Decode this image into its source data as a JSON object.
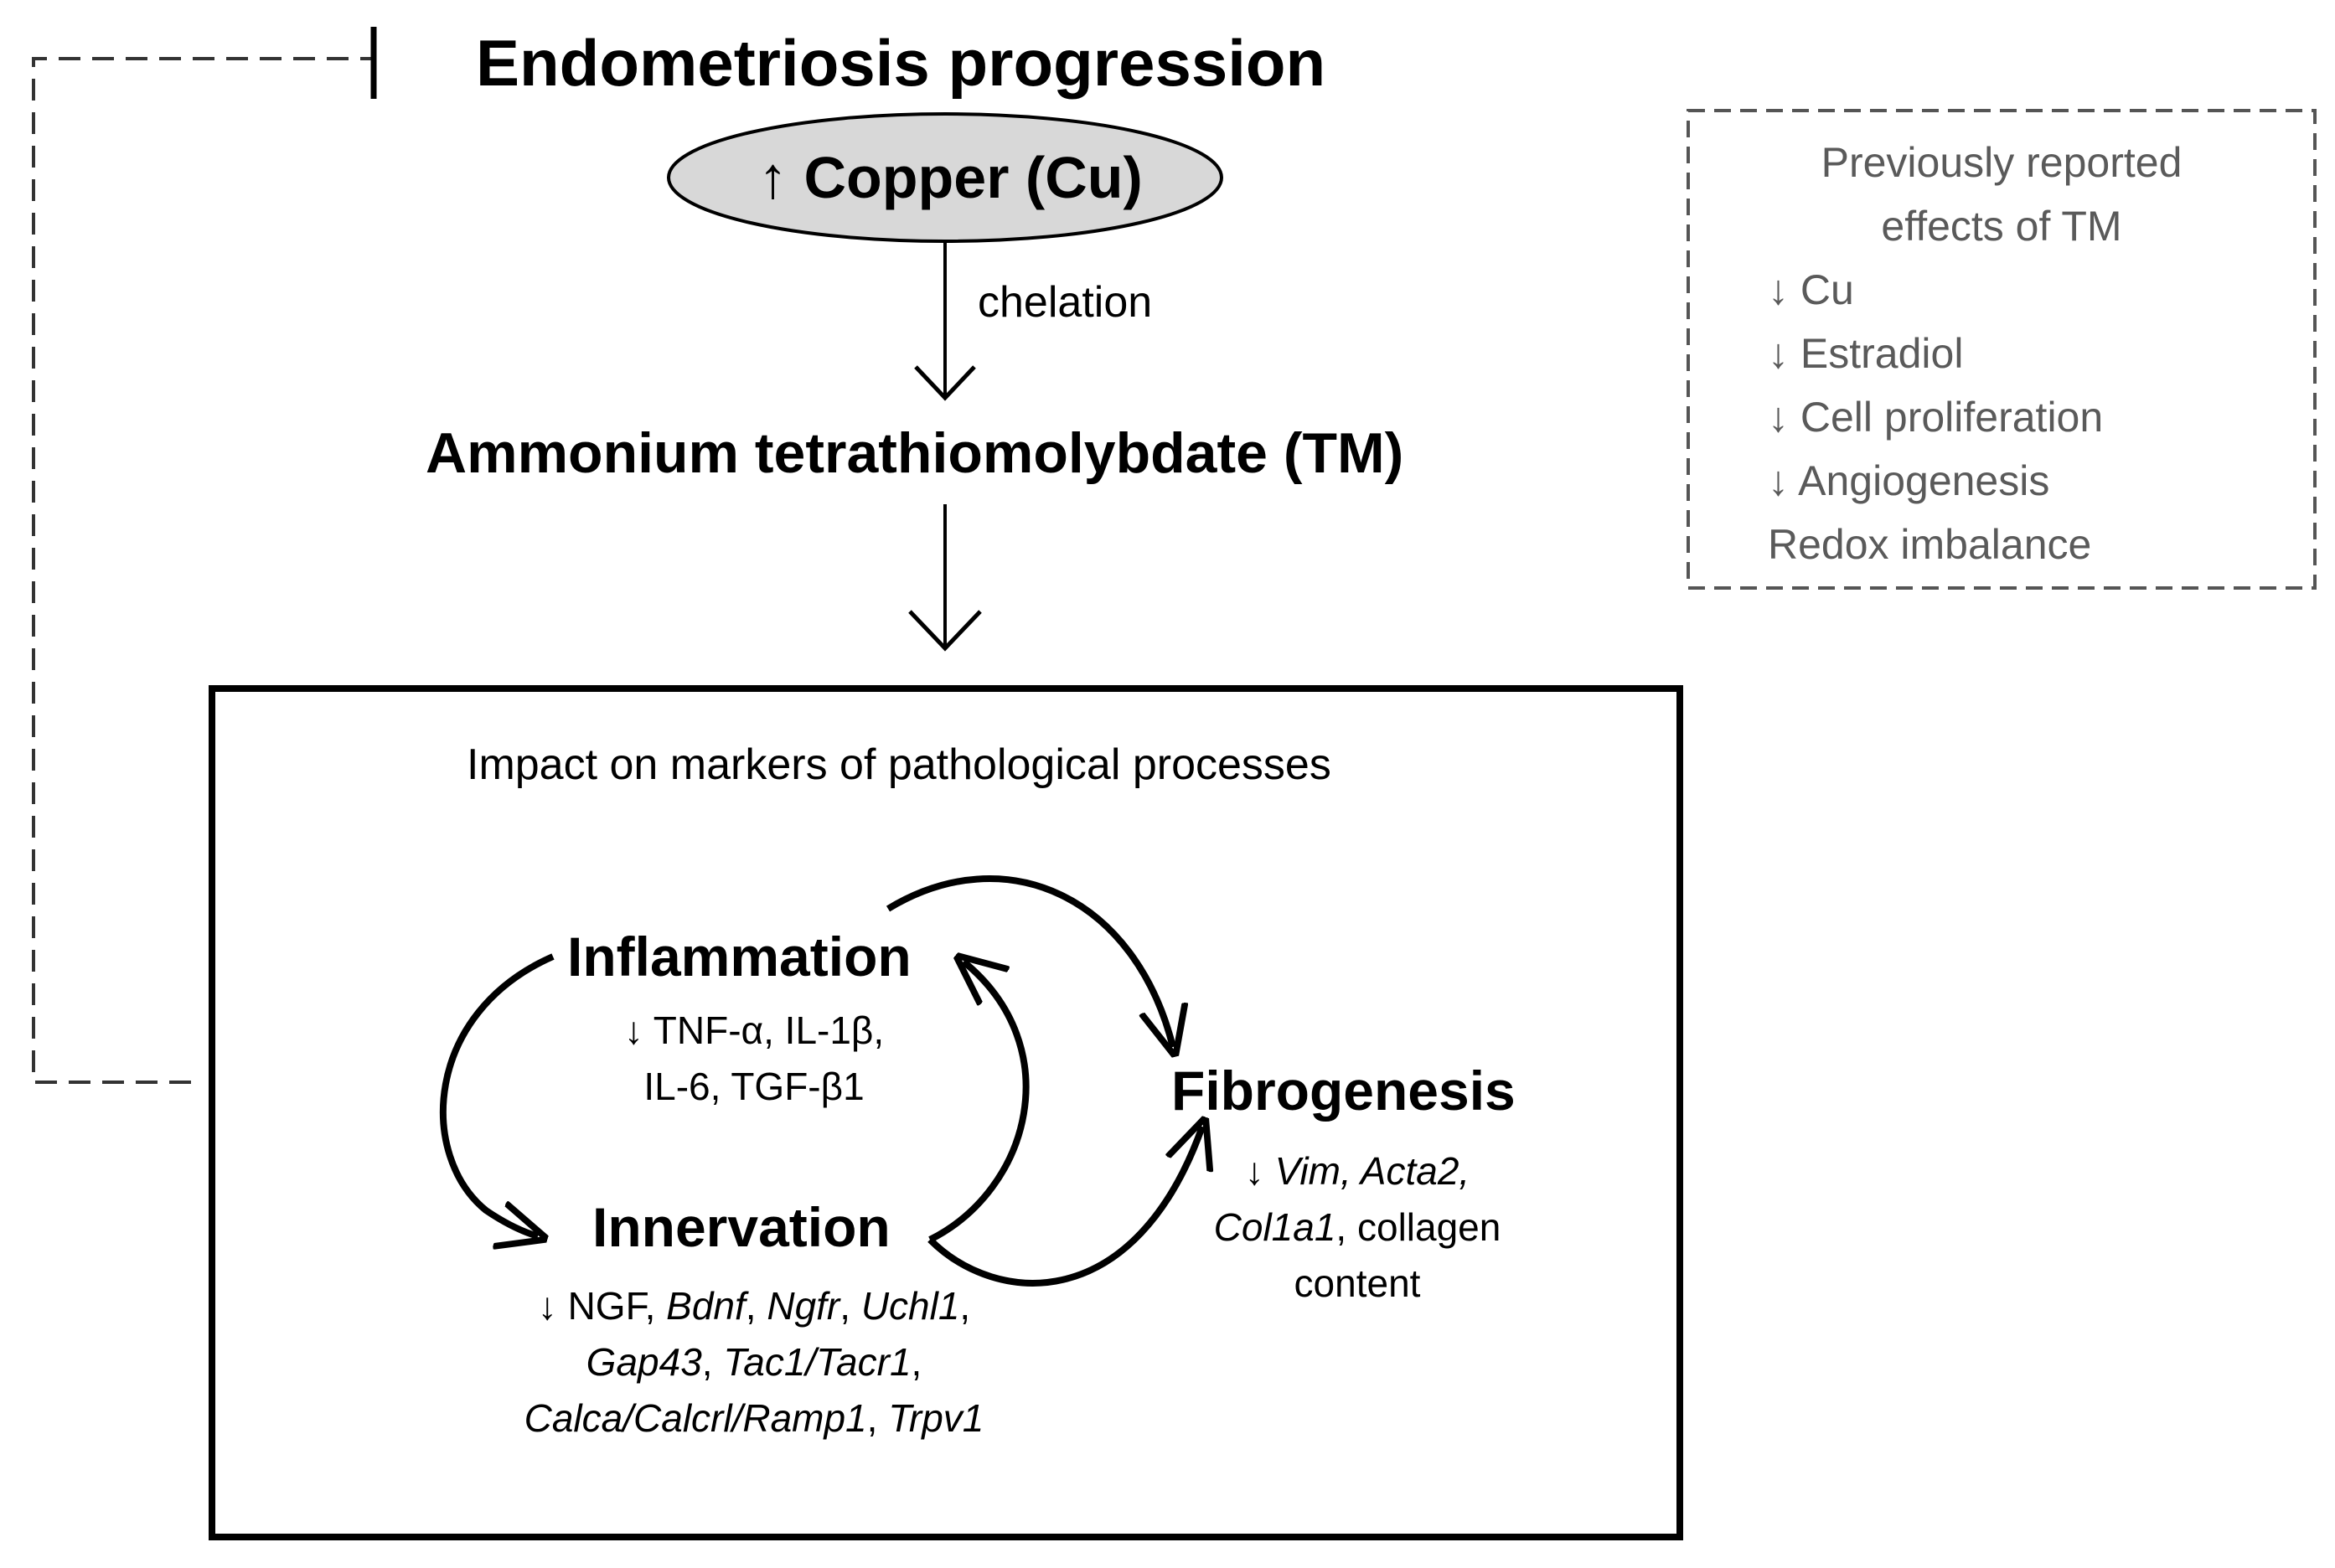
{
  "title": "Endometriosis progression",
  "copper": "↑ Copper (Cu)",
  "chelation": "chelation",
  "tm": "Ammonium tetrathiomolybdate (TM)",
  "impact_box": {
    "title": "Impact on markers of pathological processes",
    "inflammation": {
      "label": "Inflammation",
      "line1": "↓ TNF-α, IL-1β,",
      "line2": "IL-6, TGF-β1"
    },
    "innervation": {
      "label": "Innervation",
      "l1_arrow": "↓ NGF, ",
      "l1_bdnf": "Bdnf",
      "l1_ngfr": "Ngfr",
      "l1_uchl1": "Uchl1",
      "l2_gap43": "Gap43",
      "l2_tac": "Tac1/Tacr1",
      "l3_calca": "Calca/Calcrl/Ramp1",
      "l3_trpv1": "Trpv1",
      "sep": ", ",
      "tail": ","
    },
    "fibrogenesis": {
      "label": "Fibrogenesis",
      "l1_arrow": "↓ ",
      "l1_genes": "Vim, Acta2,",
      "l2_col": "Col1a1",
      "l2_tail": ", collagen",
      "l3": "content"
    }
  },
  "previous_effects": {
    "heading_line1": "Previously reported",
    "heading_line2": "effects of TM",
    "items": [
      "↓ Cu",
      "↓ Estradiol",
      "↓ Cell proliferation",
      "↓ Angiogenesis",
      "Redox imbalance"
    ]
  },
  "colors": {
    "ellipse_fill": "#d8d8d8",
    "grey_text": "#5a5a5a",
    "dashed_line": "#333333"
  }
}
